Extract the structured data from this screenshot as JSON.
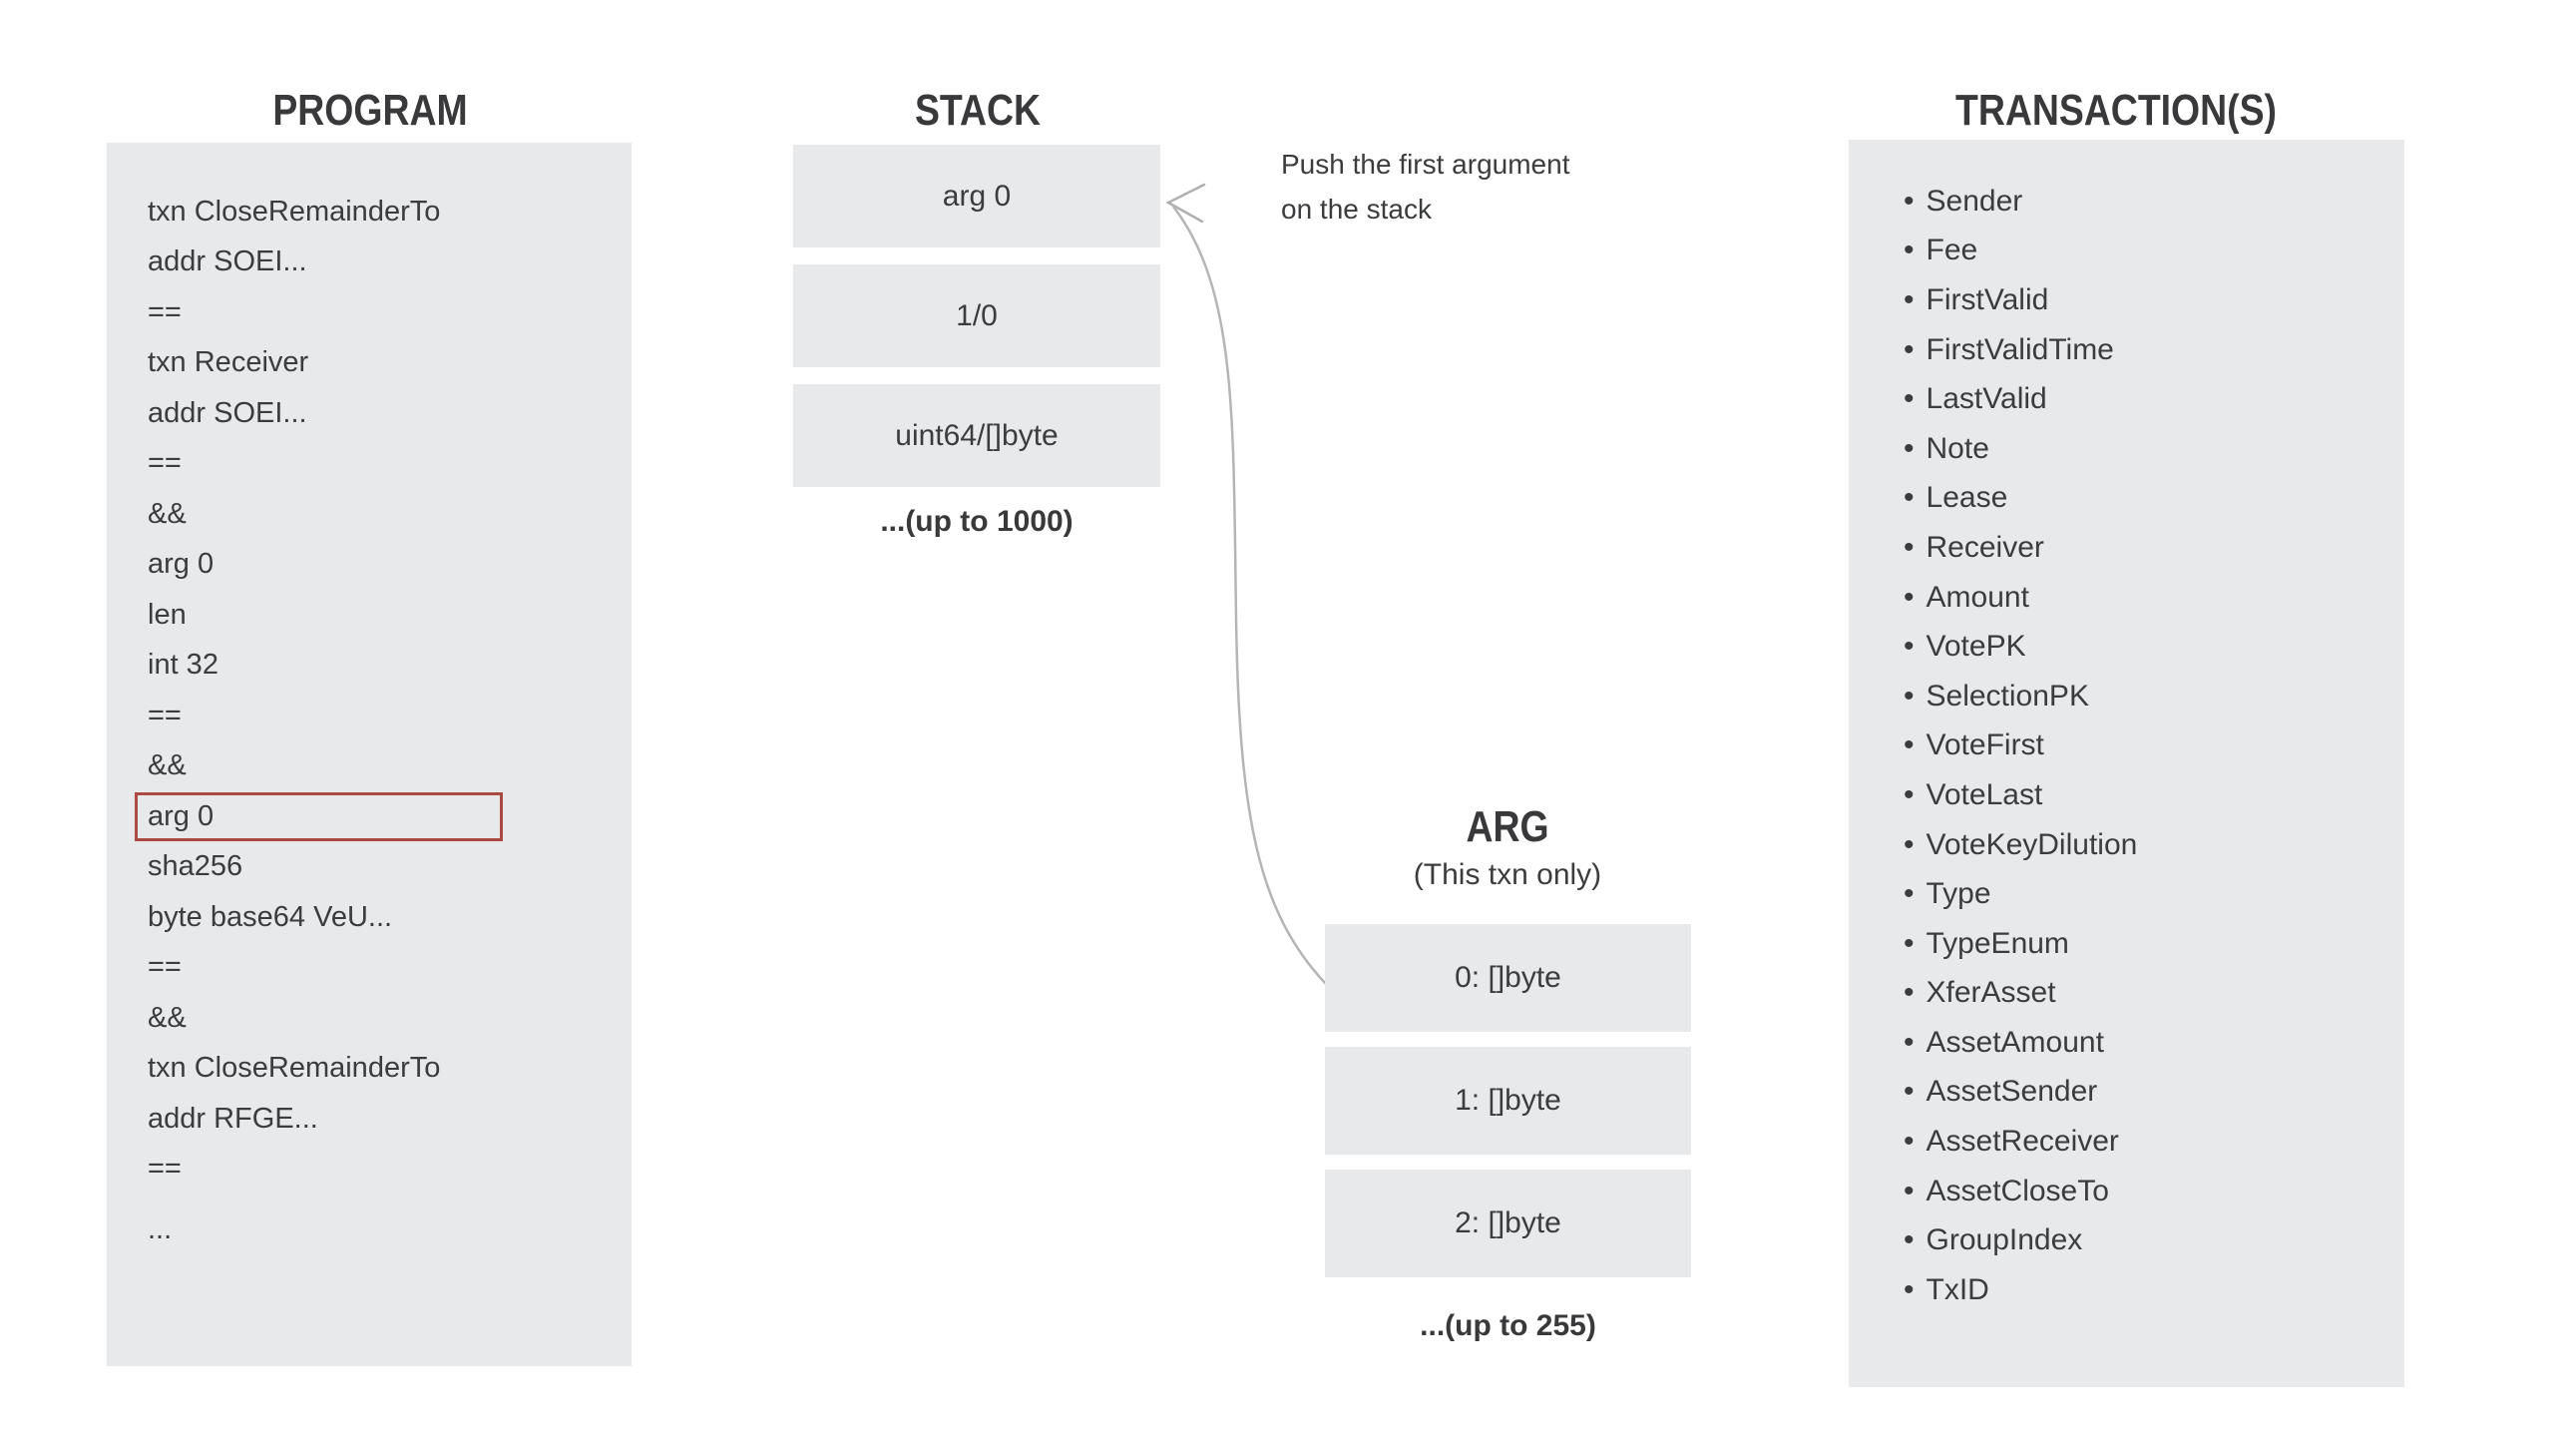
{
  "program": {
    "title": "PROGRAM",
    "lines": [
      {
        "text": "txn CloseRemainderTo",
        "boxed": false
      },
      {
        "text": "addr SOEI...",
        "boxed": false
      },
      {
        "text": "==",
        "boxed": false
      },
      {
        "text": "txn Receiver",
        "boxed": false
      },
      {
        "text": "addr SOEI...",
        "boxed": false
      },
      {
        "text": "==",
        "boxed": false
      },
      {
        "text": "&&",
        "boxed": false
      },
      {
        "text": "arg 0",
        "boxed": false
      },
      {
        "text": "len",
        "boxed": false
      },
      {
        "text": "int 32",
        "boxed": false
      },
      {
        "text": "==",
        "boxed": false
      },
      {
        "text": "&&",
        "boxed": false
      },
      {
        "text": "arg 0",
        "boxed": true
      },
      {
        "text": "sha256",
        "boxed": false
      },
      {
        "text": "byte base64 VeU...",
        "boxed": false
      },
      {
        "text": "==",
        "boxed": false
      },
      {
        "text": "&&",
        "boxed": false
      },
      {
        "text": "txn CloseRemainderTo",
        "boxed": false
      },
      {
        "text": "addr RFGE...",
        "boxed": false
      },
      {
        "text": "==",
        "boxed": false
      },
      {
        "text": "...",
        "boxed": false
      }
    ]
  },
  "stack": {
    "title": "STACK",
    "boxes": [
      "arg 0",
      "1/0",
      "uint64/[]byte"
    ],
    "more": "...(up to 1000)"
  },
  "annotation": {
    "line1": "Push the first argument",
    "line2": "on the stack"
  },
  "arg": {
    "title": "ARG",
    "subtitle": "(This txn only)",
    "boxes": [
      "0: []byte",
      "1: []byte",
      "2: []byte"
    ],
    "more": "...(up to 255)"
  },
  "transactions": {
    "title": "TRANSACTION(S)",
    "bullet": "•",
    "items": [
      "Sender",
      "Fee",
      "FirstValid",
      "FirstValidTime",
      "LastValid",
      "Note",
      "Lease",
      "Receiver",
      "Amount",
      "VotePK",
      "SelectionPK",
      "VoteFirst",
      "VoteLast",
      "VoteKeyDilution",
      "Type",
      "TypeEnum",
      "XferAsset",
      "AssetAmount",
      "AssetSender",
      "AssetReceiver",
      "AssetCloseTo",
      "GroupIndex",
      "TxID"
    ]
  },
  "colors": {
    "panel_bg": "#e8e9eb",
    "highlight_red": "#ab4a42",
    "text": "#3b3c3e",
    "arrow_gray": "#b5b5b5"
  }
}
